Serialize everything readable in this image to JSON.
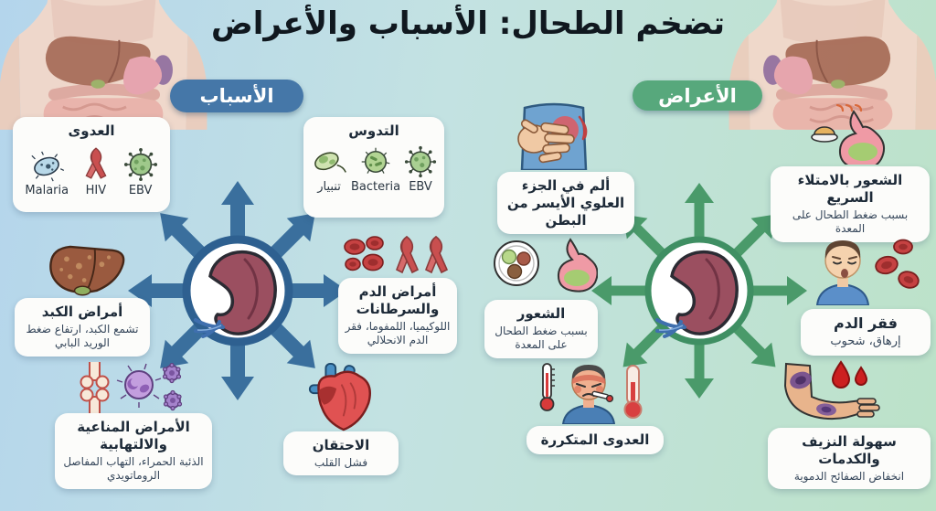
{
  "title": "تضخم الطحال: الأسباب والأعراض",
  "causes": {
    "badge": "الأسباب",
    "accent": "#4577a8",
    "arrow_color": "#3a6f9d",
    "infection": {
      "title": "العدوى",
      "labels": [
        "EBV",
        "HIV",
        "Malaria"
      ]
    },
    "infection2": {
      "title": "التدوس",
      "labels": [
        "EBV",
        "Bacteria",
        "تنبيار"
      ]
    },
    "liver": {
      "title": "أمراض الكبد",
      "subtitle": "تشمع الكبد، ارتفاع ضغط الوريد البابي"
    },
    "blood": {
      "title": "أمراض الدم والسرطانات",
      "subtitle": "اللوكيميا، اللمفوما، فقر الدم الانحلالي"
    },
    "immune": {
      "title": "الأمراض المناعية والالتهابية",
      "subtitle": "الذئبة الحمراء، التهاب المفاصل الروماتويدي"
    },
    "congestion": {
      "title": "الاحتقان",
      "subtitle": "فشل القلب"
    }
  },
  "symptoms": {
    "badge": "الأعراض",
    "accent": "#57a87c",
    "arrow_color": "#4a9a6a",
    "pain": {
      "title": "ألم في الجزء العلوي الأيسر من البطن"
    },
    "fullness": {
      "title": "الشعور بالامتلاء السريع",
      "subtitle": "بسبب ضغط الطحال على المعدة"
    },
    "pressure": {
      "title": "الشعور",
      "subtitle": "بسبب ضغط الطحال على المعدة"
    },
    "anemia": {
      "title": "فقر الدم",
      "subtitle": "إرهاق، شحوب"
    },
    "recurrent_infection": {
      "title": "العدوى المتكررة"
    },
    "bleeding": {
      "title": "سهولة النزيف والكدمات",
      "subtitle": "انخفاض الصفائح الدموية"
    }
  }
}
